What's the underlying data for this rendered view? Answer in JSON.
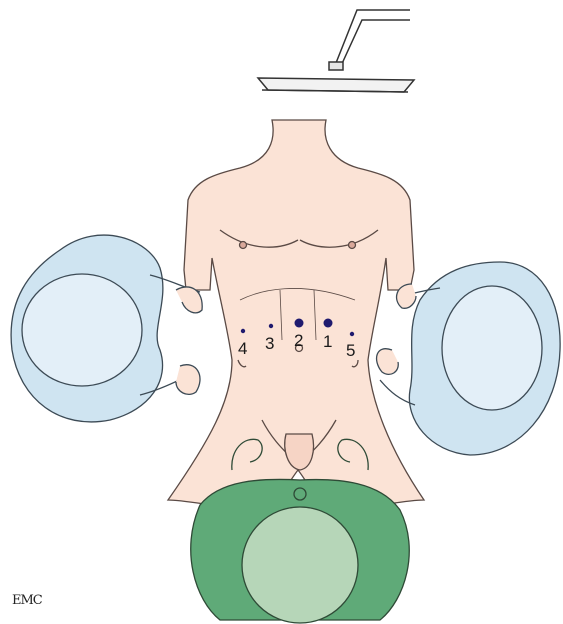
{
  "diagram": {
    "ports": [
      {
        "id": "1",
        "label": "1",
        "size": "large"
      },
      {
        "id": "2",
        "label": "2",
        "size": "large"
      },
      {
        "id": "3",
        "label": "3",
        "size": "small"
      },
      {
        "id": "4",
        "label": "4",
        "size": "small"
      },
      {
        "id": "5",
        "label": "5",
        "size": "small"
      }
    ],
    "credit": "EMC",
    "colors": {
      "skin": "#fbe3d6",
      "outline": "#5a4a45",
      "assistant_gown": "#cfe4f1",
      "assistant_cap": "#e3eff8",
      "surgeon_gown": "#5faa78",
      "surgeon_cap": "#b6d6b8",
      "port_dot": "#1f1a6e",
      "lamp": "#f2f2f2"
    }
  }
}
